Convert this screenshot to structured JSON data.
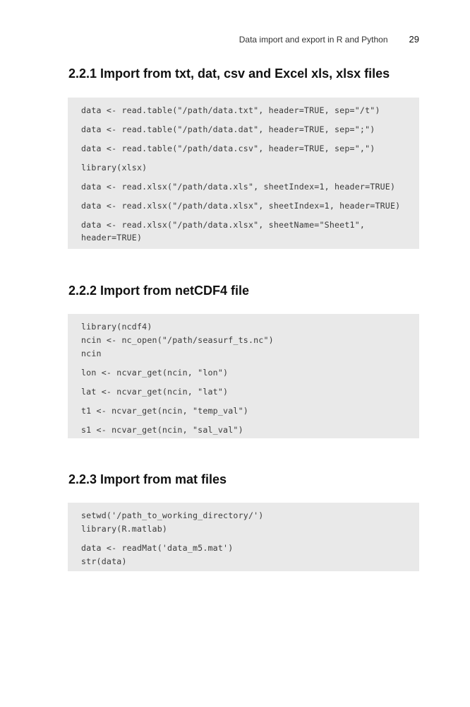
{
  "running_head": {
    "title": "Data import and export in R and Python",
    "page_number": "29"
  },
  "sections": [
    {
      "heading": "2.2.1  Import from txt, dat, csv and Excel xls, xlsx files",
      "code_lines": [
        "data <- read.table(\"/path/data.txt\", header=TRUE, sep=\"/t\")",
        "data <- read.table(\"/path/data.dat\", header=TRUE, sep=\";\")",
        "data <- read.table(\"/path/data.csv\", header=TRUE, sep=\",\")",
        "library(xlsx)",
        "data <- read.xlsx(\"/path/data.xls\", sheetIndex=1, header=TRUE)",
        "data <- read.xlsx(\"/path/data.xlsx\", sheetIndex=1, header=TRUE)",
        "data <- read.xlsx(\"/path/data.xlsx\", sheetName=\"Sheet1\",",
        "header=TRUE)"
      ]
    },
    {
      "heading": "2.2.2  Import from netCDF4 file",
      "code_lines": [
        "library(ncdf4)",
        "ncin <- nc_open(\"/path/seasurf_ts.nc\")",
        "ncin",
        "lon <- ncvar_get(ncin, \"lon\")",
        "lat <- ncvar_get(ncin, \"lat\")",
        "t1 <- ncvar_get(ncin, \"temp_val\")",
        "s1 <- ncvar_get(ncin, \"sal_val\")"
      ]
    },
    {
      "heading": "2.2.3  Import from mat files",
      "code_lines": [
        "setwd('/path_to_working_directory/')",
        "library(R.matlab)",
        "data <- readMat('data_m5.mat')",
        "str(data)"
      ]
    }
  ]
}
